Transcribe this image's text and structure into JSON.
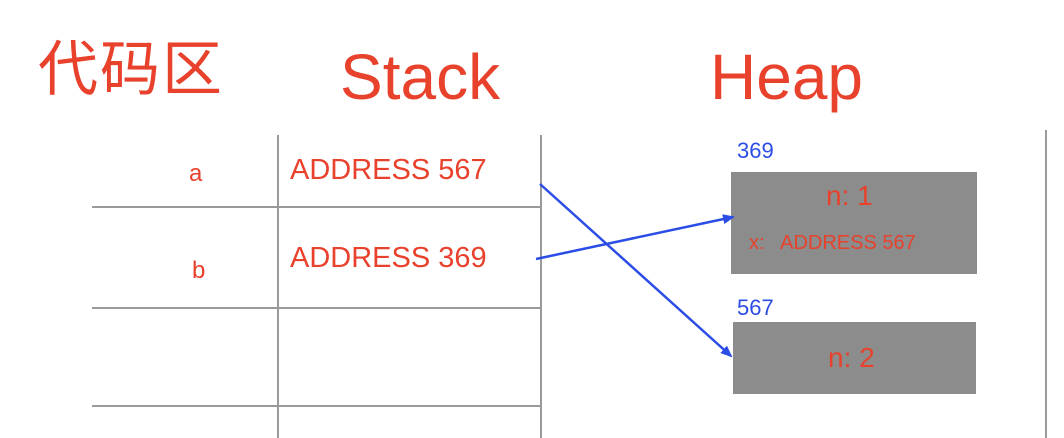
{
  "headings": {
    "code": "代码区",
    "stack": "Stack",
    "heap": "Heap"
  },
  "stack": {
    "rows": [
      {
        "name": "a",
        "value": "ADDRESS 567"
      },
      {
        "name": "b",
        "value": "ADDRESS 369"
      },
      {
        "name": "",
        "value": ""
      },
      {
        "name": "",
        "value": ""
      }
    ]
  },
  "heap": {
    "objects": [
      {
        "address": "369",
        "n_field": "n: 1",
        "x_field": "x:   ADDRESS 567"
      },
      {
        "address": "567",
        "n_field": "n: 2"
      }
    ]
  },
  "colors": {
    "text_red": "#e8412c",
    "address_blue": "#2b4de6",
    "box_gray": "#8c8c8c",
    "grid_gray": "#9a9a9a"
  }
}
